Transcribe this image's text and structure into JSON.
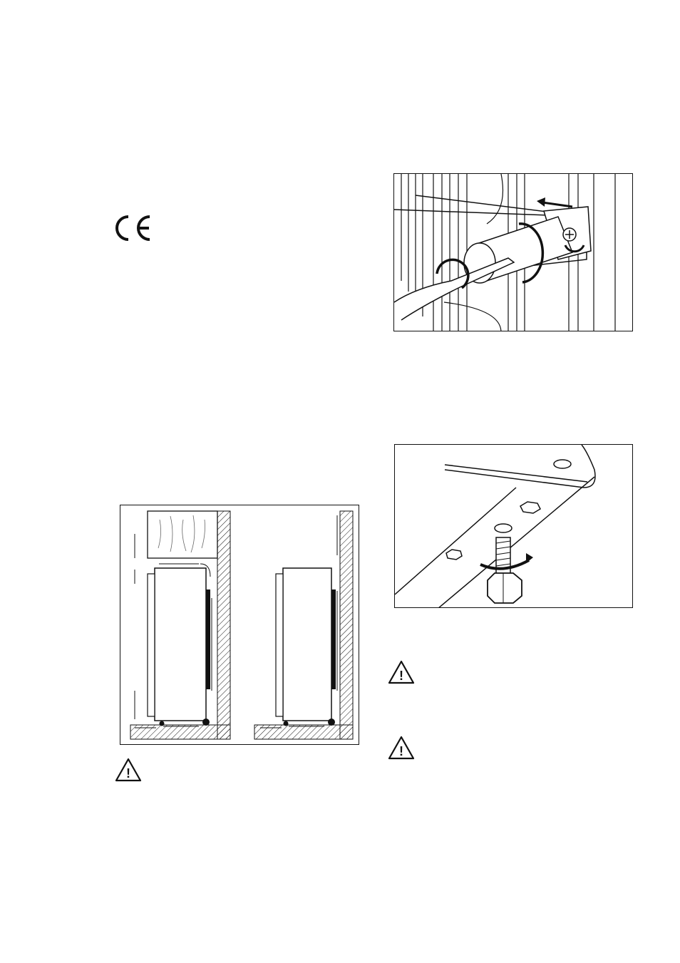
{
  "page": {
    "marks": {
      "ce_mark": "CE"
    },
    "figures": [
      {
        "id": "ventilation",
        "icon": "ventilation-figure"
      },
      {
        "id": "door-hinge",
        "icon": "door-hinge-figure"
      },
      {
        "id": "levelling-foot",
        "icon": "levelling-foot-figure"
      }
    ],
    "warnings": [
      {
        "icon": "warning-triangle-icon",
        "mark": "!"
      },
      {
        "icon": "warning-triangle-icon",
        "mark": "!"
      },
      {
        "icon": "warning-triangle-icon",
        "mark": "!"
      }
    ]
  }
}
